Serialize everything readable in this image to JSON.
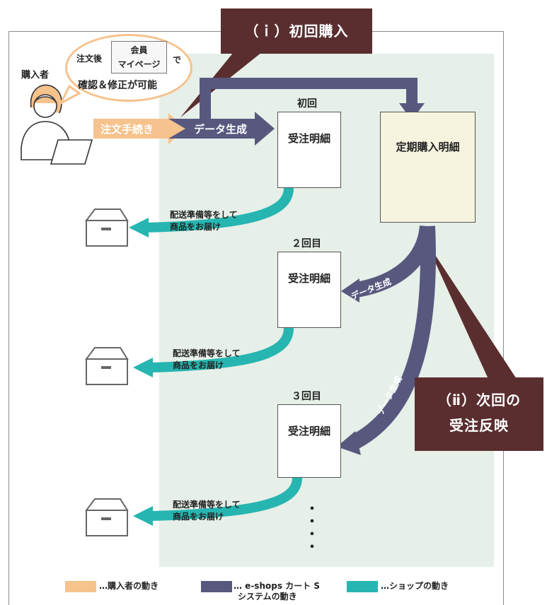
{
  "callouts": {
    "initial_purchase": "（ｉ）初回購入",
    "next_reflect_line1": "（ⅱ）次回の",
    "next_reflect_line2": "受注反映"
  },
  "bubble": {
    "after_order": "注文後",
    "member_line1": "会員",
    "member_line2": "マイページ",
    "de": "で",
    "main": "確認＆修正が可能"
  },
  "buyer_label": "購入者",
  "arrows": {
    "order_procedure": "注文手続き",
    "data_generate": "データ生成",
    "data_generate_2": "データ生成",
    "data_generate_3": "データ生成"
  },
  "docs": {
    "first_head": "初回",
    "second_head": "２回目",
    "third_head": "３回目",
    "order_detail": "受注明細",
    "teiki": "定期購入明細"
  },
  "delivery": {
    "line1": "配送準備等をして",
    "line2": "商品をお届け"
  },
  "dots": "・\n・\n・\n・",
  "legend": [
    {
      "color": "#f6c28d",
      "label": "…購入者の動き"
    },
    {
      "color": "#58587f",
      "label": "… e-shops カート S",
      "label2": "システムの動き"
    },
    {
      "color": "#26b5b0",
      "label": "…ショップの動き"
    }
  ],
  "colors": {
    "buyer": "#f6c28d",
    "system": "#58587f",
    "shop": "#26b5b0",
    "callout": "#5a2e2f",
    "green_bg": "#e6efe8"
  }
}
